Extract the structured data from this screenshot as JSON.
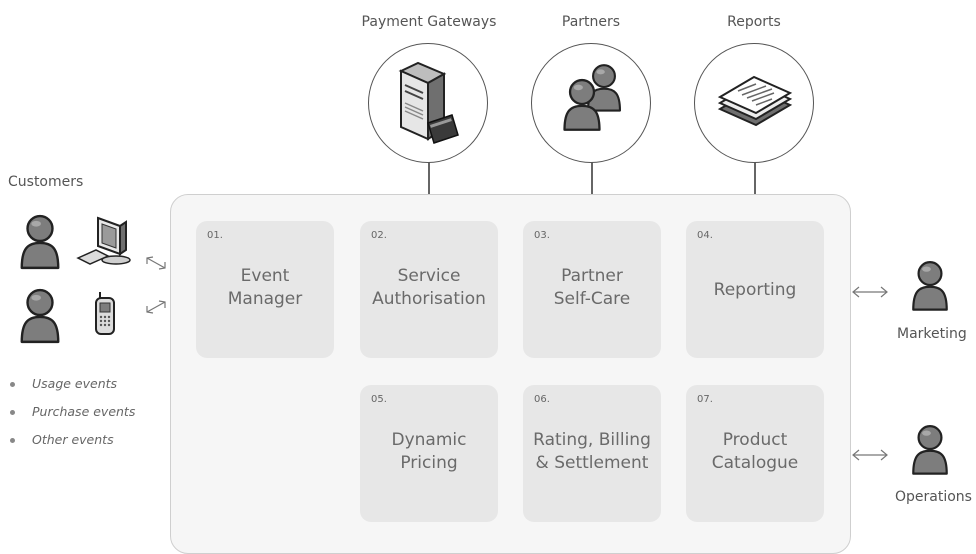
{
  "top_nodes": {
    "payment_gateways": {
      "label": "Payment Gateways",
      "icon": "server-icon"
    },
    "partners": {
      "label": "Partners",
      "icon": "people-icon"
    },
    "reports": {
      "label": "Reports",
      "icon": "documents-icon"
    }
  },
  "customers": {
    "label": "Customers",
    "events": [
      "Usage events",
      "Purchase events",
      "Other events"
    ]
  },
  "modules": [
    {
      "number": "01.",
      "title": "Event\nManager"
    },
    {
      "number": "02.",
      "title": "Service\nAuthorisation"
    },
    {
      "number": "03.",
      "title": "Partner\nSelf-Care"
    },
    {
      "number": "04.",
      "title": "Reporting"
    },
    {
      "number": "05.",
      "title": "Dynamic\nPricing"
    },
    {
      "number": "06.",
      "title": "Rating, Billing\n& Settlement"
    },
    {
      "number": "07.",
      "title": "Product\nCatalogue"
    }
  ],
  "right_actors": {
    "marketing": {
      "label": "Marketing",
      "icon": "person-icon"
    },
    "operations": {
      "label": "Operations",
      "icon": "person-icon"
    }
  },
  "colors": {
    "platform_bg": "#f6f6f6",
    "module_bg": "#e7e7e7",
    "icon_gray": "#7d7d7d",
    "stroke": "#555555"
  }
}
